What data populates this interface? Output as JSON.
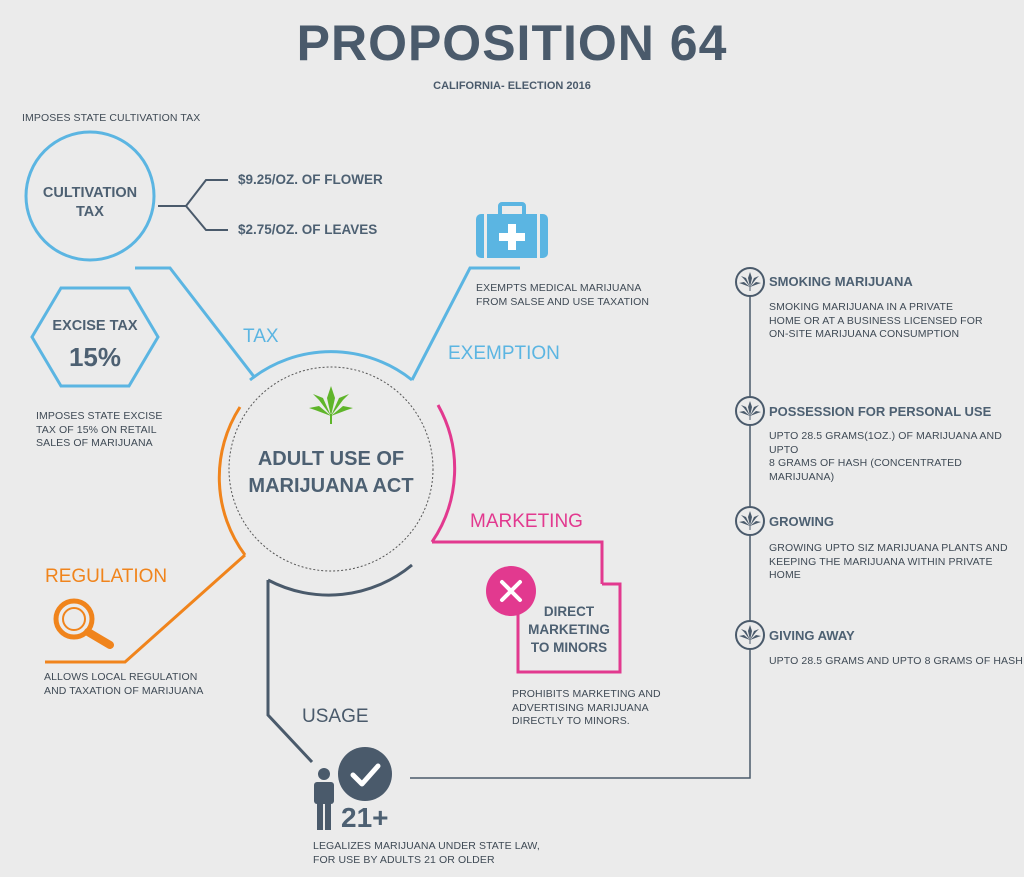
{
  "title": "PROPOSITION 64",
  "subtitle": "CALIFORNIA- ELECTION 2016",
  "center": {
    "line1": "ADULT USE OF",
    "line2": "MARIJUANA ACT"
  },
  "cultivation": {
    "note": "IMPOSES STATE CULTIVATION TAX",
    "label_line1": "CULTIVATION",
    "label_line2": "TAX",
    "flower": "$9.25/OZ. OF FLOWER",
    "leaves": "$2.75/OZ. OF LEAVES"
  },
  "excise": {
    "label": "EXCISE TAX",
    "value": "15%",
    "note_line1": "IMPOSES STATE EXCISE",
    "note_line2": "TAX OF 15% ON RETAIL",
    "note_line3": "SALES OF MARIJUANA"
  },
  "branches": {
    "tax": "TAX",
    "exemption": "EXEMPTION",
    "marketing": "MARKETING",
    "regulation": "REGULATION",
    "usage": "USAGE"
  },
  "exemption": {
    "note_line1": "EXEMPTS MEDICAL MARIJUANA",
    "note_line2": "FROM SALSE AND USE TAXATION"
  },
  "marketing": {
    "box_line1": "DIRECT",
    "box_line2": "MARKETING",
    "box_line3": "TO MINORS",
    "note_line1": "PROHIBITS MARKETING AND",
    "note_line2": "ADVERTISING MARIJUANA",
    "note_line3": "DIRECTLY TO MINORS."
  },
  "regulation": {
    "note_line1": "ALLOWS LOCAL REGULATION",
    "note_line2": "AND TAXATION OF MARIJUANA"
  },
  "usage": {
    "age": "21+",
    "note_line1": "LEGALIZES MARIJUANA UNDER STATE LAW,",
    "note_line2": "FOR USE BY ADULTS 21 OR OLDER"
  },
  "timeline": [
    {
      "title": "SMOKING MARIJUANA",
      "lines": [
        "SMOKING MARIJUANA IN A PRIVATE",
        "HOME OR AT A BUSINESS LICENSED FOR",
        "ON-SITE MARIJUANA CONSUMPTION"
      ]
    },
    {
      "title": "POSSESSION FOR PERSONAL USE",
      "lines": [
        "UPTO 28.5 GRAMS(1OZ.) OF MARIJUANA AND UPTO",
        "8 GRAMS OF HASH (CONCENTRATED MARIJUANA)"
      ]
    },
    {
      "title": "GROWING",
      "lines": [
        "GROWING UPTO SIZ MARIJUANA PLANTS AND",
        "KEEPING THE MARIJUANA WITHIN PRIVATE HOME"
      ]
    },
    {
      "title": "GIVING AWAY",
      "lines": [
        "UPTO 28.5 GRAMS AND UPTO 8 GRAMS OF HASH"
      ]
    }
  ],
  "icons": {
    "leaf": "cannabis-leaf-icon",
    "medical": "medical-kit-icon",
    "magnifier": "magnifier-icon",
    "cross": "x-circle-icon",
    "check": "check-circle-icon",
    "person": "person-icon"
  },
  "colors": {
    "blue": "#5bb5e2",
    "pink": "#e2398f",
    "orange": "#f0841c",
    "dark": "#4a5a6b",
    "green": "#5fb52a"
  }
}
